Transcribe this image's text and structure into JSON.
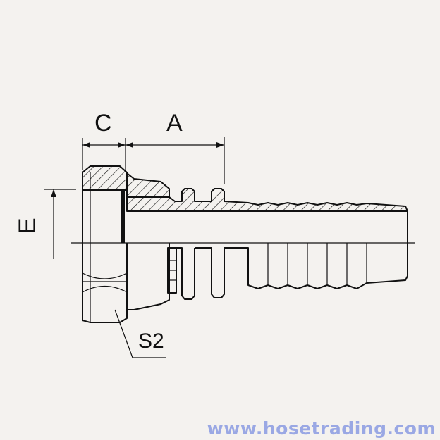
{
  "labels": {
    "c": "C",
    "a": "A",
    "e": "E",
    "s2": "S2"
  },
  "watermark": "www.hosetrading.com",
  "colors": {
    "background": "#f4f2ef",
    "line": "#111111",
    "watermark": "#9aa8e4"
  }
}
